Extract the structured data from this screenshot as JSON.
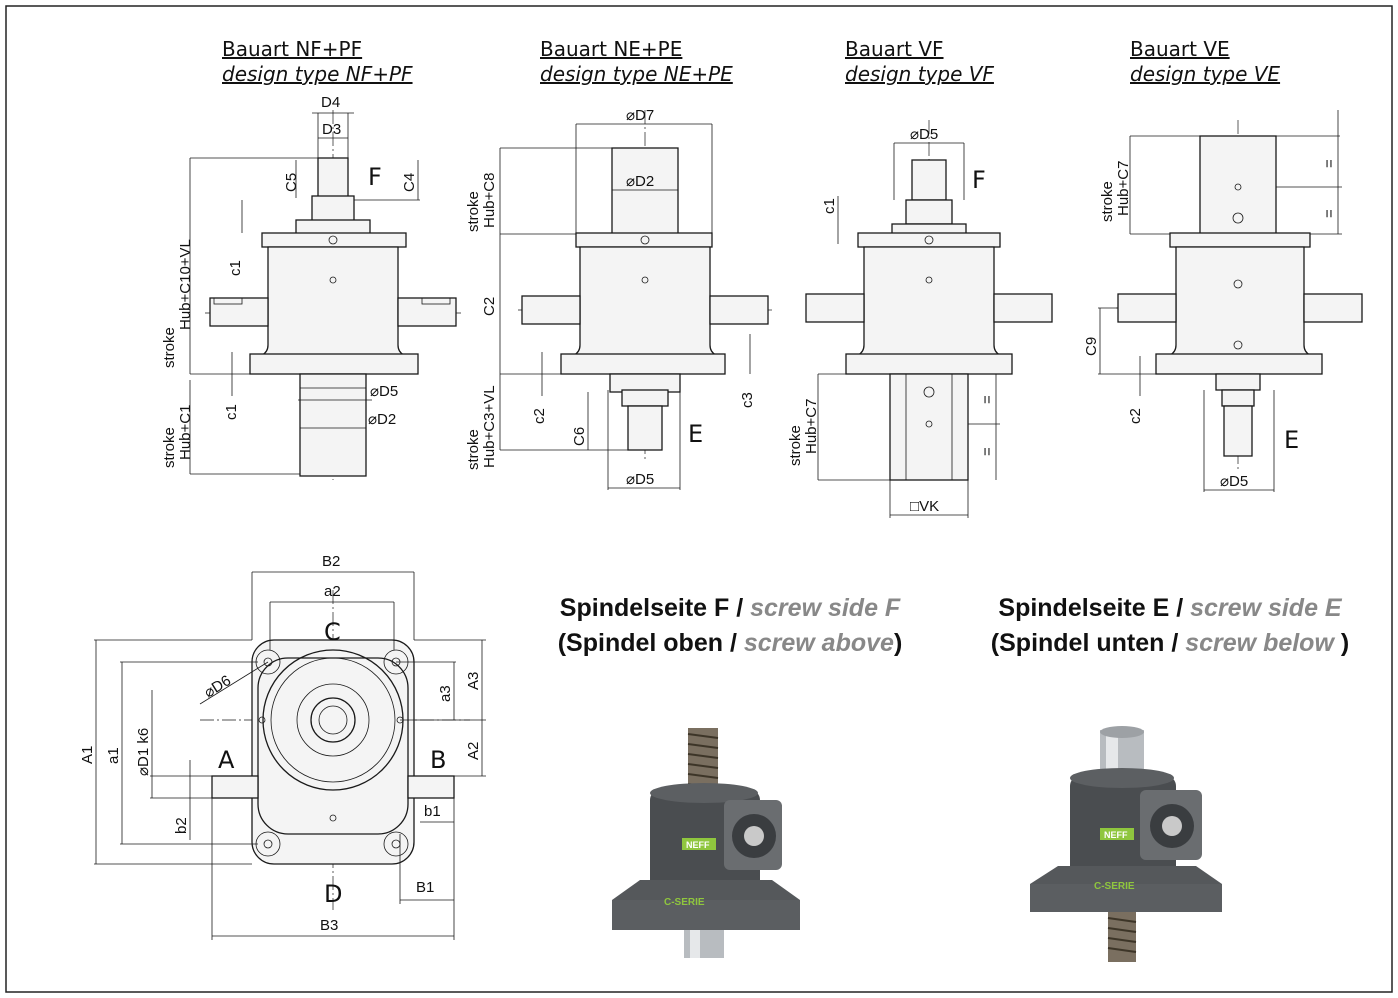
{
  "titles": [
    {
      "de": "Bauart  NF+PF",
      "en": "design  type  NF+PF"
    },
    {
      "de": "Bauart  NE+PE",
      "en": "design  type  NE+PE"
    },
    {
      "de": "Bauart  VF",
      "en": "design  type  VF"
    },
    {
      "de": "Bauart  VE",
      "en": "design  type  VE"
    }
  ],
  "dims": {
    "D4": "D4",
    "D3": "D3",
    "F": "F",
    "E": "E",
    "C4": "C4",
    "C5": "C5",
    "c1": "c1",
    "c2": "c2",
    "c3": "c3",
    "C2": "C2",
    "C6": "C6",
    "C9": "C9",
    "D5": "D5",
    "D2": "D2",
    "D7": "D7",
    "VK": "VK",
    "eq": "=",
    "stroke": "stroke",
    "hub_c10": "Hub+C10+VL",
    "hub_c1": "Hub+C1",
    "hub_c8": "Hub+C8",
    "hub_c3": "Hub+C3+VL",
    "hub_c7": "Hub+C7"
  },
  "plan": {
    "B2": "B2",
    "a2": "a2",
    "C": "C",
    "D": "D",
    "A": "A",
    "B": "B",
    "A1": "A1",
    "a1": "a1",
    "A2": "A2",
    "A3": "A3",
    "a3": "a3",
    "B1": "B1",
    "B3": "B3",
    "b1": "b1",
    "b2": "b2",
    "D6": "D6",
    "D1": "D1 k6"
  },
  "symbols": {
    "diameter": "⌀",
    "square": "□"
  },
  "headings": {
    "f_line1_de": "Spindelseite F / ",
    "f_line1_en": "screw side F",
    "f_line2_de": "(Spindel oben / ",
    "f_line2_en": "screw above",
    "f_line2_end": ")",
    "e_line1_de": "Spindelseite E / ",
    "e_line1_en": "screw side E",
    "e_line2_de": "(Spindel unten / ",
    "e_line2_en": "screw below",
    "e_line2_end": " )"
  },
  "product": {
    "brand": "NEFF",
    "series": "C-SERIE"
  },
  "colors": {
    "housing": "#4a4d50",
    "plate": "#5b5e61",
    "badge": "#8fc63e",
    "accent": "#888888"
  }
}
